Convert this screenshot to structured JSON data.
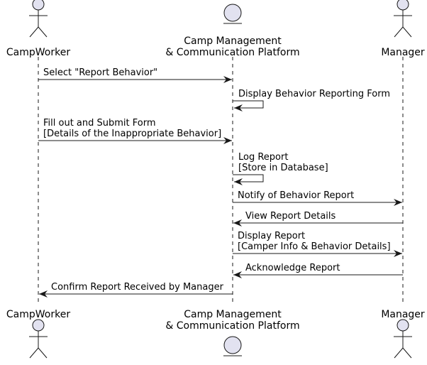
{
  "colors": {
    "actor_fill": "#E2E2F0",
    "stroke": "#181818",
    "lifeline": "#181818",
    "background": "#FFFFFF"
  },
  "participants": [
    {
      "id": "campworker",
      "kind": "actor",
      "icon": "stick-figure-icon",
      "label_lines": [
        "CampWorker"
      ]
    },
    {
      "id": "platform",
      "kind": "entity",
      "icon": "entity-icon",
      "label_lines": [
        "Camp Management",
        "& Communication Platform"
      ]
    },
    {
      "id": "manager",
      "kind": "actor",
      "icon": "stick-figure-icon",
      "label_lines": [
        "Manager"
      ]
    }
  ],
  "messages": [
    {
      "from": "campworker",
      "to": "platform",
      "lines": [
        "Select \"Report Behavior\""
      ]
    },
    {
      "from": "platform",
      "to": "platform",
      "lines": [
        "Display Behavior Reporting Form"
      ]
    },
    {
      "from": "campworker",
      "to": "platform",
      "lines": [
        "Fill out and Submit Form",
        "[Details of the Inappropriate Behavior]"
      ]
    },
    {
      "from": "platform",
      "to": "platform",
      "lines": [
        "Log Report",
        "[Store in Database]"
      ]
    },
    {
      "from": "platform",
      "to": "manager",
      "lines": [
        "Notify of Behavior Report"
      ]
    },
    {
      "from": "manager",
      "to": "platform",
      "lines": [
        "View Report Details"
      ]
    },
    {
      "from": "platform",
      "to": "manager",
      "lines": [
        "Display Report",
        "[Camper Info & Behavior Details]"
      ]
    },
    {
      "from": "manager",
      "to": "platform",
      "lines": [
        "Acknowledge Report"
      ]
    },
    {
      "from": "platform",
      "to": "campworker",
      "lines": [
        "Confirm Report Received by Manager"
      ]
    }
  ]
}
